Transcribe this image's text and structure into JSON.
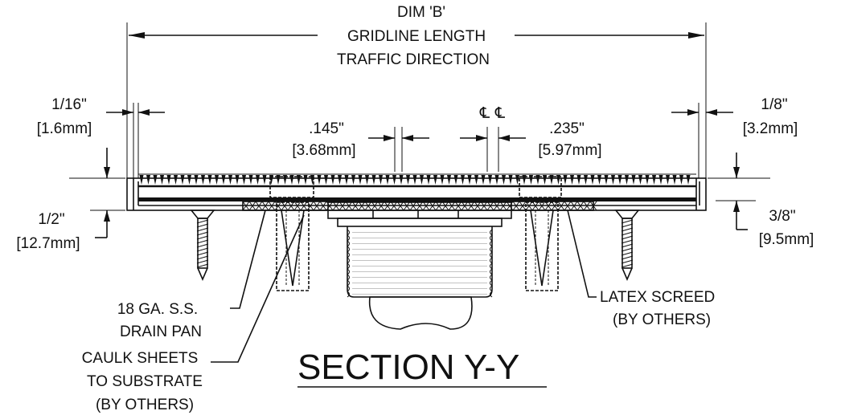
{
  "section_title": "SECTION Y-Y",
  "dim_b": {
    "line1": "DIM 'B'",
    "line2": "GRIDLINE LENGTH",
    "line3": "TRAFFIC DIRECTION"
  },
  "left_gap": {
    "imperial": "1/16\"",
    "metric": "[1.6mm]"
  },
  "right_gap": {
    "imperial": "1/8\"",
    "metric": "[3.2mm]"
  },
  "bar_width": {
    "imperial": ".145\"",
    "metric": "[3.68mm]"
  },
  "bar_spacing": {
    "imperial": ".235\"",
    "metric": "[5.97mm]"
  },
  "centerline_symbol": "℄",
  "left_height": {
    "imperial": "1/2\"",
    "metric": "[12.7mm]"
  },
  "right_height": {
    "imperial": "3/8\"",
    "metric": "[9.5mm]"
  },
  "callouts": {
    "drain_pan": [
      "18 GA. S.S.",
      "DRAIN PAN"
    ],
    "caulk": [
      "CAULK SHEETS",
      "TO SUBSTRATE",
      "(BY OTHERS)"
    ],
    "screed": [
      "LATEX SCREED",
      "(BY OTHERS)"
    ]
  }
}
